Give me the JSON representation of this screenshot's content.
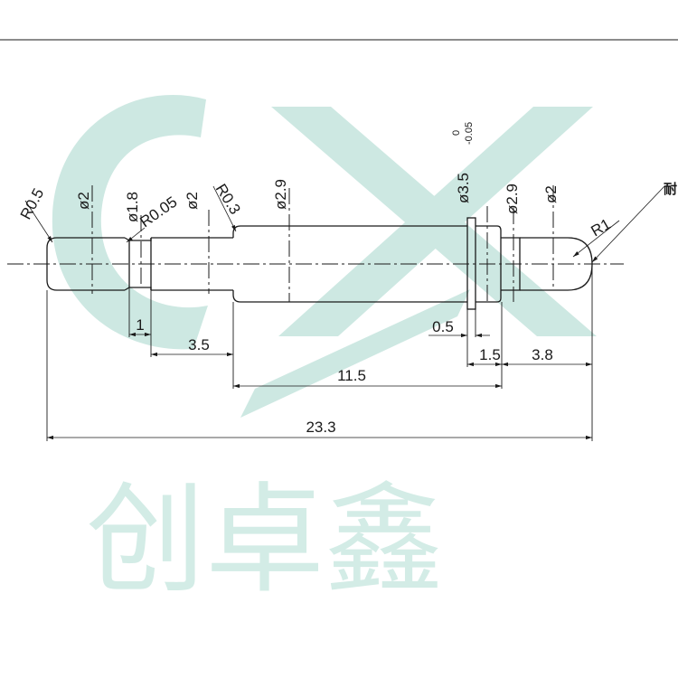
{
  "watermark": {
    "logo_letters": "CX",
    "company_name": "创卓鑫",
    "color": "#cde8e2"
  },
  "callout": {
    "text": "耐"
  },
  "diameters": {
    "left_tip": "ø2",
    "groove": "ø1.8",
    "groove_radius": "R0.05",
    "neck": "ø2",
    "body": "ø2.9",
    "collar": "ø3.5",
    "collar_tol_upper": "0",
    "collar_tol_lower": "-0.05",
    "right_body": "ø2.9",
    "right_tip": "ø2"
  },
  "radii": {
    "left_end": "R0.5",
    "shoulder": "R0.3",
    "right_end": "R1"
  },
  "lengths": {
    "groove": "1",
    "neck": "3.5",
    "collar": "0.5",
    "right_body": "1.5",
    "right_tip": "3.8",
    "body": "11.5",
    "overall": "23.3"
  }
}
